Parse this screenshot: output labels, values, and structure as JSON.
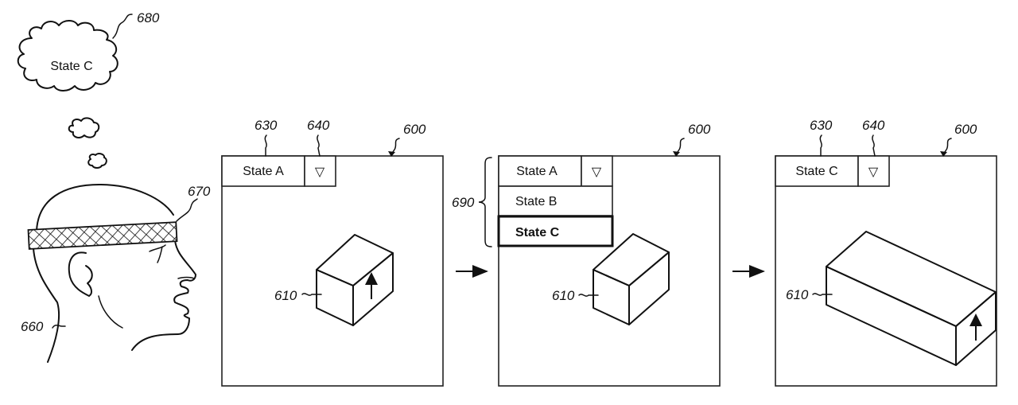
{
  "thought_cloud": {
    "text": "State C",
    "ref": "680"
  },
  "head": {
    "ref": "660",
    "headband_ref": "670"
  },
  "panels": [
    {
      "ref": "600",
      "dropdown": {
        "selected": "State A",
        "ref": "630",
        "button_ref": "640",
        "button_icon": "▽"
      },
      "object_ref": "610"
    },
    {
      "ref": "600",
      "dropdown": {
        "selected": "State A",
        "button_icon": "▽"
      },
      "menu": {
        "ref": "690",
        "options": [
          "State B",
          "State C"
        ],
        "highlighted": "State C"
      },
      "object_ref": "610"
    },
    {
      "ref": "600",
      "dropdown": {
        "selected": "State C",
        "ref": "630",
        "button_ref": "640",
        "button_icon": "▽"
      },
      "object_ref": "610"
    }
  ],
  "flow_arrows": [
    "panel-1-to-panel-2",
    "panel-2-to-panel-3"
  ]
}
